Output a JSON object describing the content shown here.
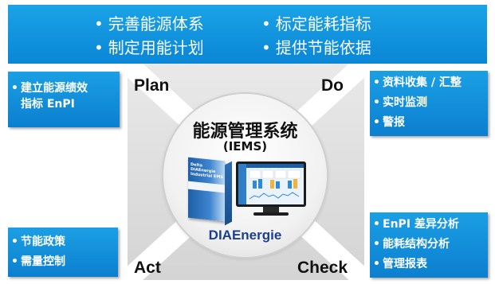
{
  "goals": {
    "items": [
      "完善能源体系",
      "标定能耗指标",
      "制定用能计划",
      "提供节能依据"
    ]
  },
  "phases": {
    "plan": "Plan",
    "do": "Do",
    "act": "Act",
    "check": "Check"
  },
  "boxes": {
    "plan": [
      "建立能源绩效",
      "指标 EnPI"
    ],
    "do": [
      "资料收集 / 汇整",
      "实时监测",
      "警报"
    ],
    "act": [
      "节能政策",
      "需量控制"
    ],
    "check": [
      "EnPI 差异分析",
      "能耗结构分析",
      "管理报表"
    ]
  },
  "center": {
    "title": "能源管理系统",
    "subtitle": "(IEMS)",
    "brand_dia": "DIA",
    "brand_energie": "Energie"
  },
  "product": {
    "box_text": [
      "Delta DIAEnergie",
      "Industrial EMS"
    ]
  },
  "colors": {
    "banner": "#0a86d6",
    "box": "#0b7fcf",
    "brand": "#1b3f8f"
  },
  "chart_data": {
    "type": "pie",
    "values": [
      25,
      25,
      25,
      25
    ],
    "quadrants": [
      "Plan",
      "Do",
      "Check",
      "Act"
    ]
  }
}
